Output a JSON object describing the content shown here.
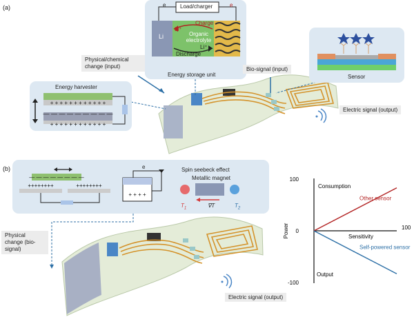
{
  "panel_a": {
    "label": "(a)",
    "energy_storage": {
      "load_label": "Load/charger",
      "e_left": "e",
      "e_right": "e",
      "li_label": "Li",
      "li_ion_top": "Li⁺",
      "li_ion_bottom": "Li⁺",
      "charge": "Charge",
      "electrolyte": "Organic electrolyte",
      "discharge": "Discharge",
      "caption": "Energy storage unit"
    },
    "physical_input": "Physical/chemical change (input)",
    "energy_harvester": "Energy harvester",
    "bio_signal": "Bio-signal (input)",
    "sensor": "Sensor",
    "electric_output": "Electric signal (output)"
  },
  "panel_b": {
    "label": "(b)",
    "e_label": "e",
    "spin_effect": "Spin seebeck effect",
    "metallic_magnet": "Metallic magnet",
    "t1": "T",
    "t1_sub": "1",
    "grad_t": "∇T",
    "t2": "T",
    "t2_sub": "2",
    "physical_change": "Physical change (bio-signal)",
    "electric_output": "Electric signal (output)"
  },
  "chart_data": {
    "type": "line",
    "ylabel": "Power",
    "xlabel": "Sensitivity",
    "y_ticks": [
      "100",
      "0",
      "-100"
    ],
    "x_tick_end": "100",
    "consumption_label": "Consumption",
    "output_label": "Output",
    "xlim": [
      0,
      100
    ],
    "ylim": [
      -100,
      100
    ],
    "series": [
      {
        "name": "Other sensor",
        "color": "#b22222",
        "x": [
          0,
          100
        ],
        "y": [
          0,
          82
        ]
      },
      {
        "name": "Self-powered sensor",
        "color": "#2c6fa6",
        "x": [
          0,
          100
        ],
        "y": [
          0,
          -82
        ]
      }
    ]
  },
  "colors": {
    "panel_bg": "#dde8f2",
    "circuit": "#d4922a",
    "film": "#e4ecd8",
    "chip": "#333333",
    "sensor_red": "#b22222",
    "sensor_blue": "#2c6fa6"
  }
}
